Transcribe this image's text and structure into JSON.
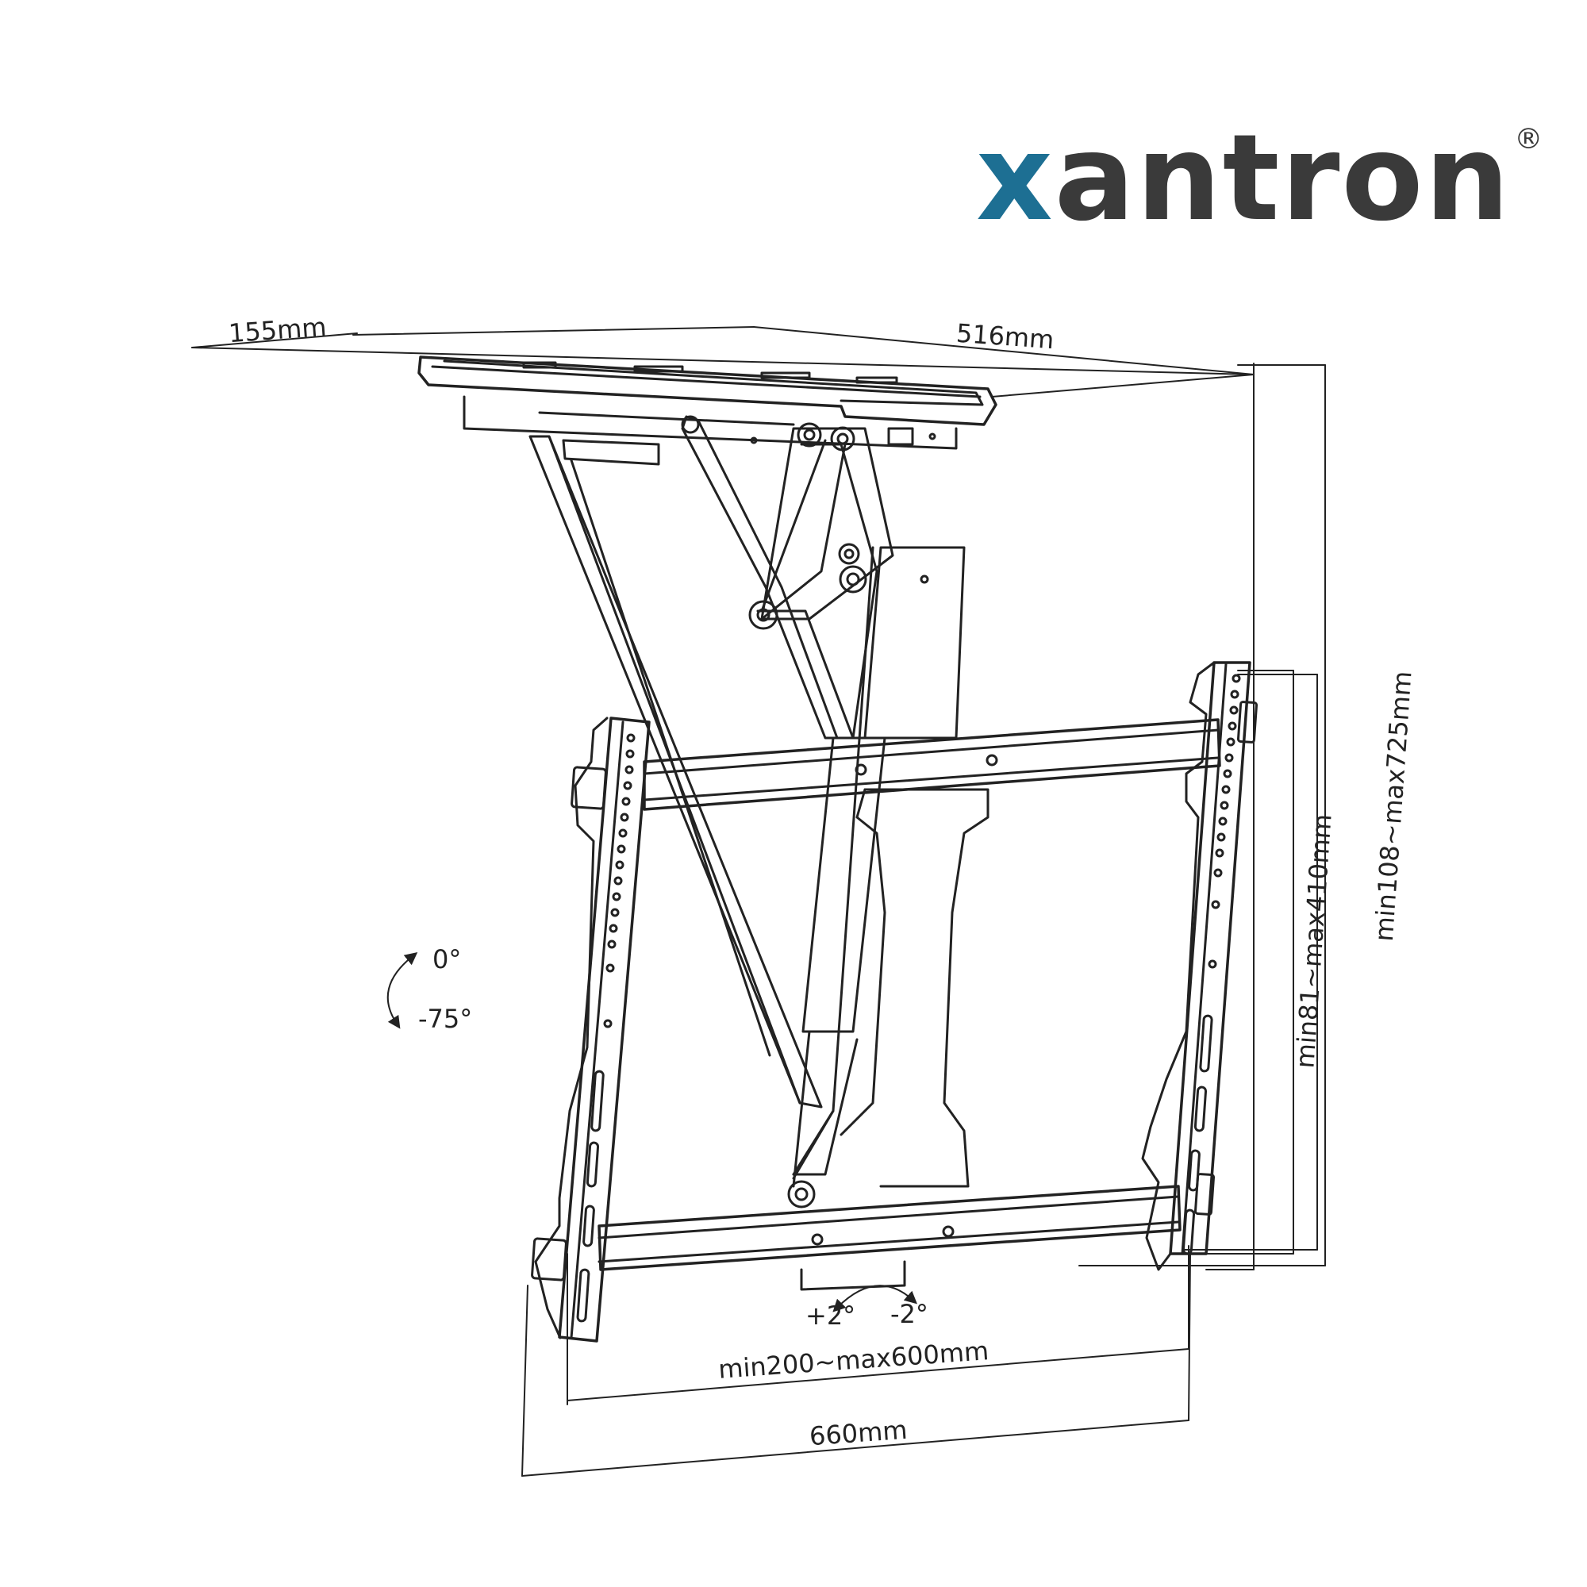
{
  "logo": {
    "brand_x": "x",
    "brand_rest": "antron",
    "registered": "®"
  },
  "dimensions": {
    "depth": "155mm",
    "width_top": "516mm",
    "height_range": "min108~max725mm",
    "vesa_vertical": "min81~max410mm",
    "vesa_horizontal": "min200~max600mm",
    "total_width": "660mm"
  },
  "tilt": {
    "upper": "0°",
    "lower": "-75°"
  },
  "swivel": {
    "left": "+2°",
    "right": "-2°"
  },
  "colors": {
    "brand_blue": "#1d6f93",
    "brand_gray": "#3a3a3a",
    "line": "#222222"
  }
}
